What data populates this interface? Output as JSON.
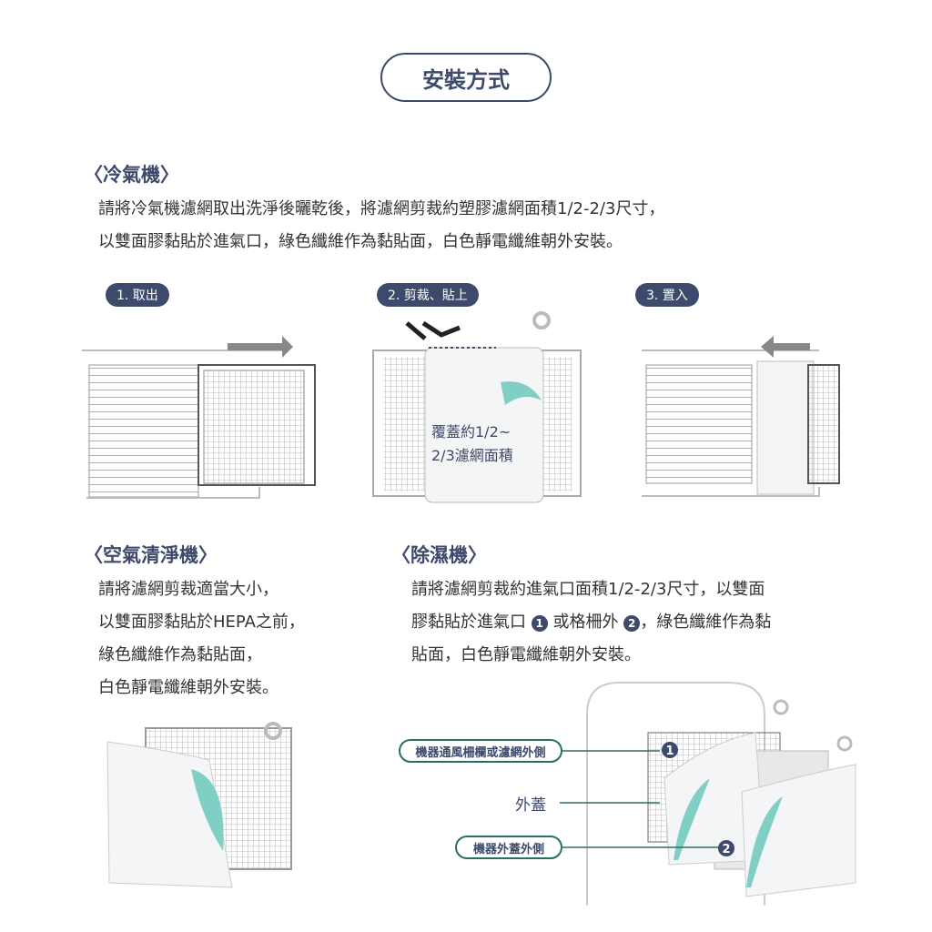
{
  "title": "安裝方式",
  "ac": {
    "heading": "〈冷氣機〉",
    "lines": [
      "請將冷氣機濾網取出洗淨後曬乾後，將濾網剪裁約塑膠濾網面積1/2-2/3尺寸，",
      "以雙面膠黏貼於進氣口，綠色纖維作為黏貼面，白色靜電纖維朝外安裝。"
    ],
    "steps": [
      "1. 取出",
      "2. 剪裁、貼上",
      "3. 置入"
    ],
    "cover_label": [
      "覆蓋約1/2~",
      "2/3濾網面積"
    ]
  },
  "purifier": {
    "heading": "〈空氣清淨機〉",
    "lines": [
      "請將濾網剪裁適當大小，",
      "以雙面膠黏貼於HEPA之前，",
      "綠色纖維作為黏貼面，",
      "白色靜電纖維朝外安裝。"
    ]
  },
  "dehumidifier": {
    "heading": "〈除濕機〉",
    "lines": [
      "請將濾網剪裁約進氣口面積1/2-2/3尺寸，以雙面",
      "膠黏貼於進氣口",
      "或格柵外",
      "，綠色纖維作為黏",
      "貼面，白色靜電纖維朝外安裝。"
    ],
    "badge1": "1",
    "badge2": "2",
    "callout1": "機器通風柵欄或濾網外側",
    "callout_cover": "外蓋",
    "callout2": "機器外蓋外側"
  },
  "colors": {
    "navy": "#3e4a6b",
    "teal": "#2b6e62"
  }
}
